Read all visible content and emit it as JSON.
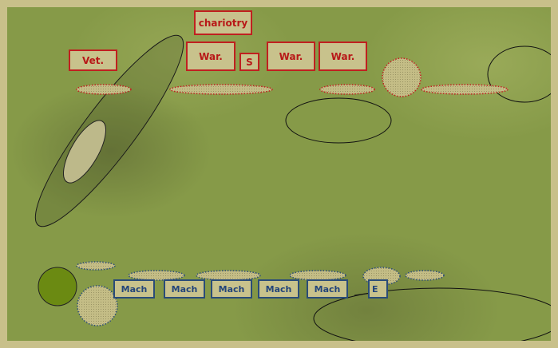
{
  "colors": {
    "field_green": "#869a48",
    "frame_tan": "#c8c08a",
    "red_unit_border": "#c02020",
    "red_unit_text": "#b81818",
    "blue_unit_border": "#2a4c78",
    "blue_unit_text": "#23457a",
    "unit_fill": "#c8c28c",
    "marker_green": "#6b8a12"
  },
  "top_army": {
    "chariotry_label": "chariotry",
    "veteran_label": "Vet.",
    "warrior_1_label": "War.",
    "skirmisher_label": "S",
    "warrior_2_label": "War.",
    "warrior_3_label": "War."
  },
  "bottom_army": {
    "mach_1_label": "Mach",
    "mach_2_label": "Mach",
    "mach_3_label": "Mach",
    "mach_4_label": "Mach",
    "mach_5_label": "Mach",
    "e_label": "E"
  }
}
